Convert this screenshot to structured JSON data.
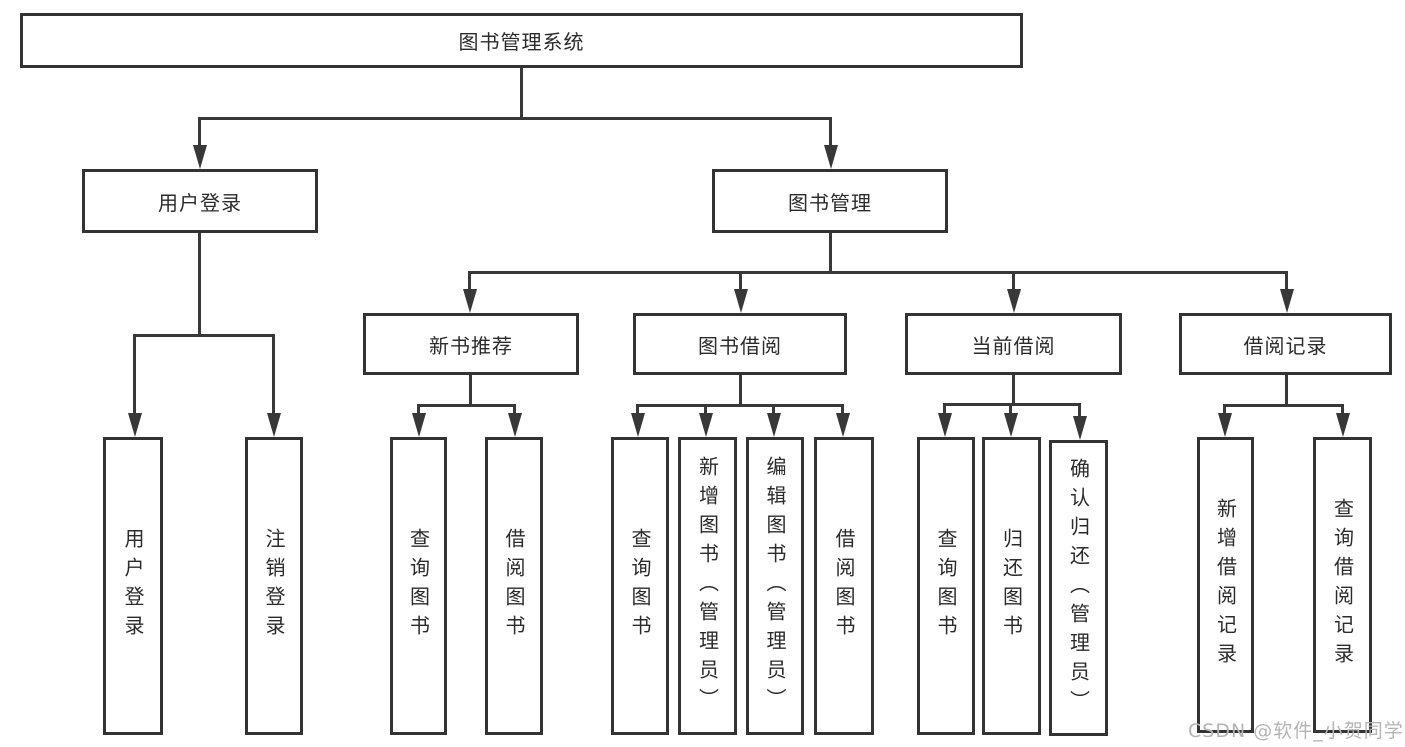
{
  "diagram": {
    "title": "图书管理系统",
    "nodes": {
      "root": "图书管理系统",
      "user_login": "用户登录",
      "book_mgmt": "图书管理",
      "leaf_user_login": "用户登录",
      "leaf_logout": "注销登录",
      "new_books": "新书推荐",
      "book_borrow": "图书借阅",
      "current_borrow": "当前借阅",
      "borrow_records": "借阅记录",
      "nb_query_books": "查询图书",
      "nb_borrow_books": "借阅图书",
      "bb_query_books": "查询图书",
      "bb_add_books": "新增图书（管理员）",
      "bb_edit_books": "编辑图书（管理员）",
      "bb_borrow_books": "借阅图书",
      "cb_query_books": "查询图书",
      "cb_return_books": "归还图书",
      "cb_confirm_return": "确认归还（管理员）",
      "br_add_record": "新增借阅记录",
      "br_query_record": "查询借阅记录"
    },
    "hierarchy": {
      "图书管理系统": {
        "用户登录": [
          "用户登录",
          "注销登录"
        ],
        "图书管理": {
          "新书推荐": [
            "查询图书",
            "借阅图书"
          ],
          "图书借阅": [
            "查询图书",
            "新增图书（管理员）",
            "编辑图书（管理员）",
            "借阅图书"
          ],
          "当前借阅": [
            "查询图书",
            "归还图书",
            "确认归还（管理员）"
          ],
          "借阅记录": [
            "新增借阅记录",
            "查询借阅记录"
          ]
        }
      }
    },
    "watermark": "CSDN @软件_小贺同学",
    "colors": {
      "line": "#383838",
      "border": "#333333",
      "text": "#2b2b2b",
      "watermark": "#b4b4b4",
      "background": "#ffffff"
    }
  }
}
